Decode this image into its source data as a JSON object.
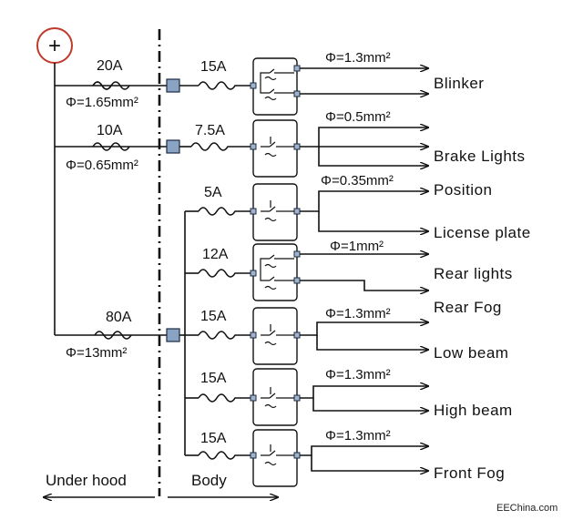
{
  "zones": {
    "left": "Under hood",
    "right": "Body"
  },
  "supply": {
    "symbol": "+"
  },
  "feeds": [
    {
      "fuse": "20A",
      "wire": "Φ=1.65mm²"
    },
    {
      "fuse": "10A",
      "wire": "Φ=0.65mm²"
    },
    {
      "fuse": "80A",
      "wire": "Φ=13mm²"
    }
  ],
  "circuits": [
    {
      "fuse": "15A",
      "wire": "Φ=1.3mm²",
      "outputs": [
        "Blinker"
      ]
    },
    {
      "fuse": "7.5A",
      "wire": "Φ=0.5mm²",
      "outputs": [
        "Brake Lights"
      ]
    },
    {
      "fuse": "5A",
      "wire": "Φ=0.35mm²",
      "outputs": [
        "Position",
        "License plate"
      ]
    },
    {
      "fuse": "12A",
      "wire": "Φ=1mm²",
      "outputs": [
        "Rear lights",
        "Rear Fog"
      ]
    },
    {
      "fuse": "15A",
      "wire": "Φ=1.3mm²",
      "outputs": [
        "Low beam"
      ]
    },
    {
      "fuse": "15A",
      "wire": "Φ=1.3mm²",
      "outputs": [
        "High beam"
      ]
    },
    {
      "fuse": "15A",
      "wire": "Φ=1.3mm²",
      "outputs": [
        "Front Fog"
      ]
    }
  ],
  "watermark": "EEChina.com"
}
